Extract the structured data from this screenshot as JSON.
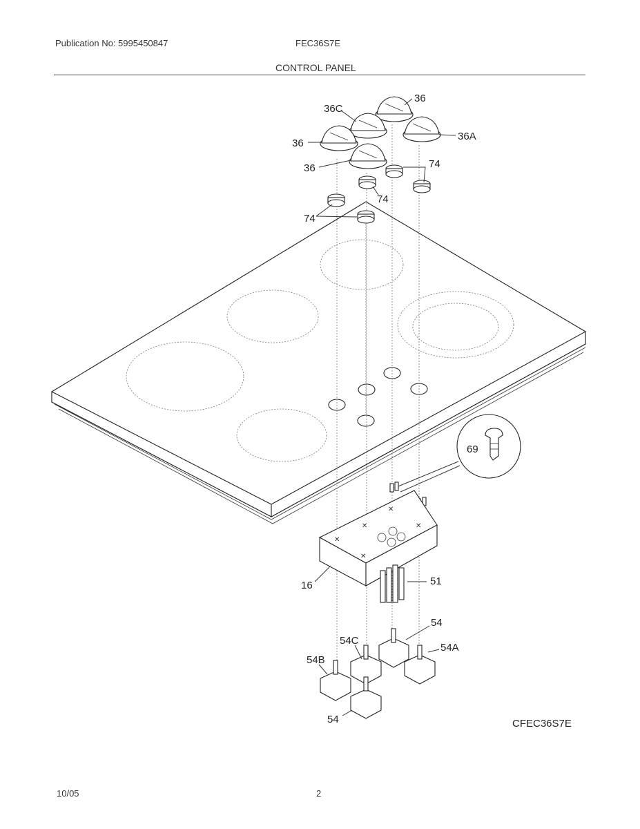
{
  "header": {
    "publication": "Publication No: 5995450847",
    "model": "FEC36S7E",
    "section_title": "CONTROL PANEL"
  },
  "footer": {
    "date": "10/05",
    "page": "2"
  },
  "drawing_code": "CFEC36S7E",
  "callouts": {
    "knob_top": "36",
    "knob_c": "36C",
    "knob_left": "36",
    "knob_a": "36A",
    "knob_front": "36",
    "bezel_right": "74",
    "bezel_mid": "74",
    "bezel_left": "74",
    "screw": "69",
    "bracket": "16",
    "switch": "51",
    "control_54": "54",
    "control_54c": "54C",
    "control_54a": "54A",
    "control_54b": "54B",
    "control_54_bottom": "54"
  }
}
